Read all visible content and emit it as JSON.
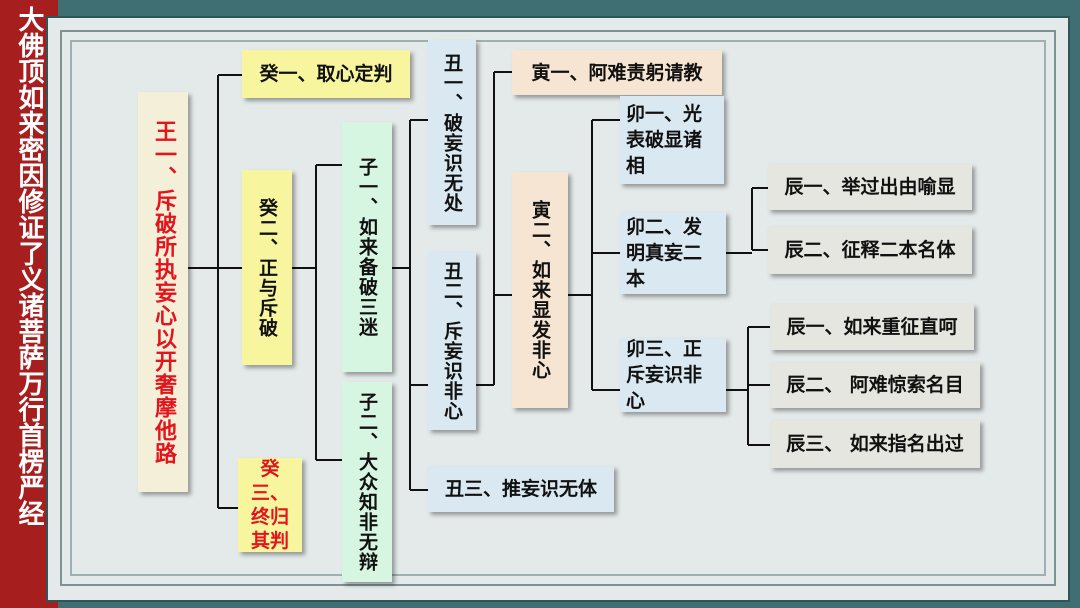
{
  "title": "大佛顶如来密因修证了义诸菩萨万行首楞严经",
  "nodes": {
    "wang1": "王一、斥破所执妄心以开奢摩他路",
    "gui1": "癸一、取心定判",
    "gui2": "癸二、正与斥破",
    "gui3": "癸三、终归其判",
    "zi1": "子一、如来备破三迷",
    "zi2": "子二、大众知非无辩",
    "chou1": "丑一、破妄识无处",
    "chou2": "丑二、斥妄识非心",
    "chou3": "丑三、推妄识无体",
    "yin1": "寅一、阿难责躬请教",
    "yin2": "寅二、如来显发非心",
    "mao1": "卯一、光表破显诸相",
    "mao2": "卯二、发明真妄二本",
    "mao3": "卯三、正斥妄识非心",
    "chen1a": "辰一、举过出由喻显",
    "chen2a": "辰二、征释二本名体",
    "chen1b": "辰一、如来重征直呵",
    "chen2b": "辰二、 阿难惊索名目",
    "chen3b": "辰三、 如来指名出过"
  },
  "colors": {
    "sidebar": "#a61e1e",
    "highlight_text": "#e4141c",
    "yellow": "#f7f59e",
    "green": "#d7f6e2",
    "blue": "#d9e8f1",
    "peach": "#f7e5d3"
  }
}
